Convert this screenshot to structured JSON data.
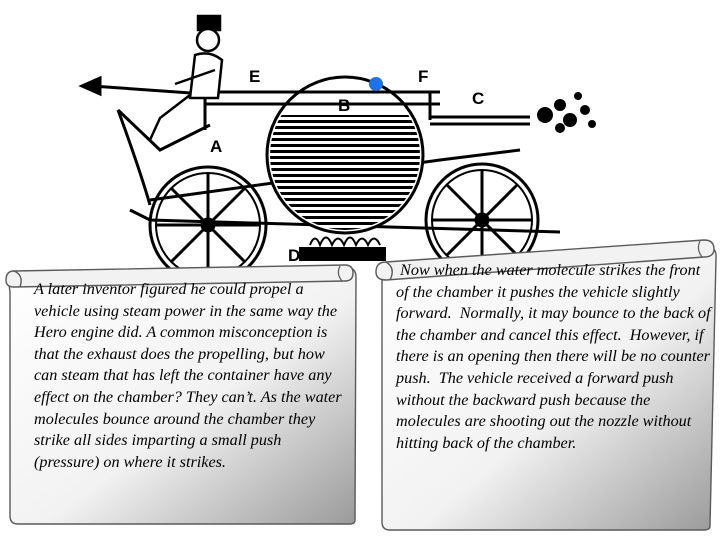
{
  "diagram": {
    "labels": {
      "a": "A",
      "b": "B",
      "c": "C",
      "d": "D",
      "e": "E",
      "f": "F"
    },
    "marker_color": "#1e73e8"
  },
  "scroll_left": {
    "text": "A later inventor figured he could propel a vehicle using steam power in the same way the Hero engine did. A common misconception is that the exhaust does the propelling, but how can steam that has left the container have any effect on the chamber? They can’t.  As the water molecules bounce around the chamber they strike all sides imparting a small push (pressure) on where it strikes."
  },
  "scroll_right": {
    "text": " Now when the water molecule strikes the front of the chamber it pushes the vehicle slightly forward.  Normally, it may bounce to the back of the chamber and cancel this effect.  However, if there is an opening then there will be no counter push.  The vehicle received a forward push without the backward push because the molecules are shooting out the nozzle without hitting back of the chamber."
  }
}
